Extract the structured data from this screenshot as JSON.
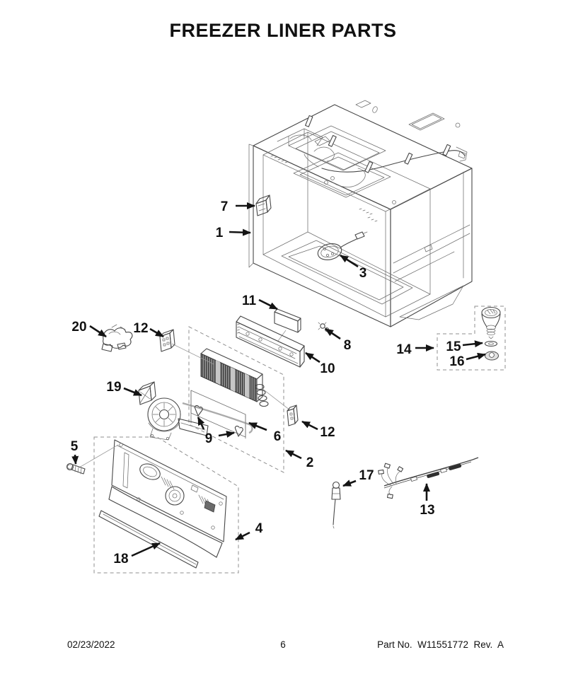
{
  "page": {
    "title": "FREEZER LINER PARTS",
    "footer": {
      "date": "02/23/2022",
      "page_number": "6",
      "part_no": "Part No.  W11551772  Rev.  A"
    }
  },
  "callouts": [
    "1",
    "2",
    "3",
    "4",
    "5",
    "6",
    "7",
    "8",
    "9",
    "10",
    "11",
    "12",
    "12",
    "13",
    "14",
    "15",
    "16",
    "17",
    "18",
    "19",
    "20"
  ]
}
